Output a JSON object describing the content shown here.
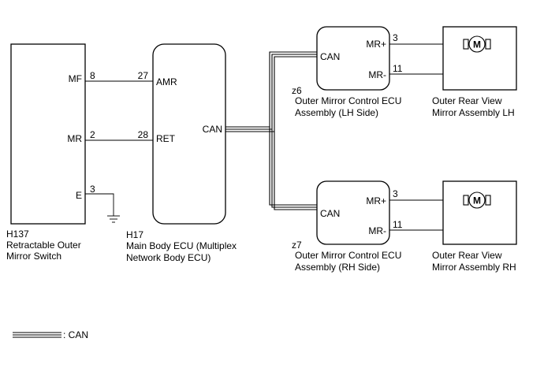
{
  "switch": {
    "code": "H137",
    "name_line1": "Retractable Outer",
    "name_line2": "Mirror Switch",
    "pin_mf": "MF",
    "pin_mr": "MR",
    "pin_e": "E",
    "num_mf": "8",
    "num_mr": "2",
    "num_e": "3"
  },
  "main_ecu": {
    "code": "H17",
    "name_line1": "Main Body ECU (Multiplex",
    "name_line2": "Network Body ECU)",
    "pin_amr": "AMR",
    "pin_ret": "RET",
    "pin_can": "CAN",
    "num_amr": "27",
    "num_ret": "28"
  },
  "lh_ecu": {
    "code": "z6",
    "name_line1": "Outer Mirror Control ECU",
    "name_line2": "Assembly (LH Side)",
    "pin_can": "CAN",
    "pin_mrp": "MR+",
    "pin_mrm": "MR-",
    "num_mrp": "3",
    "num_mrm": "11"
  },
  "rh_ecu": {
    "code": "z7",
    "name_line1": "Outer Mirror Control ECU",
    "name_line2": "Assembly (RH Side)",
    "pin_can": "CAN",
    "pin_mrp": "MR+",
    "pin_mrm": "MR-",
    "num_mrp": "3",
    "num_mrm": "11"
  },
  "lh_mirror": {
    "name_line1": "Outer Rear View",
    "name_line2": "Mirror Assembly LH",
    "motor_symbol": "M"
  },
  "rh_mirror": {
    "name_line1": "Outer Rear View",
    "name_line2": "Mirror Assembly RH",
    "motor_symbol": "M"
  },
  "legend": {
    "label": ": CAN"
  }
}
